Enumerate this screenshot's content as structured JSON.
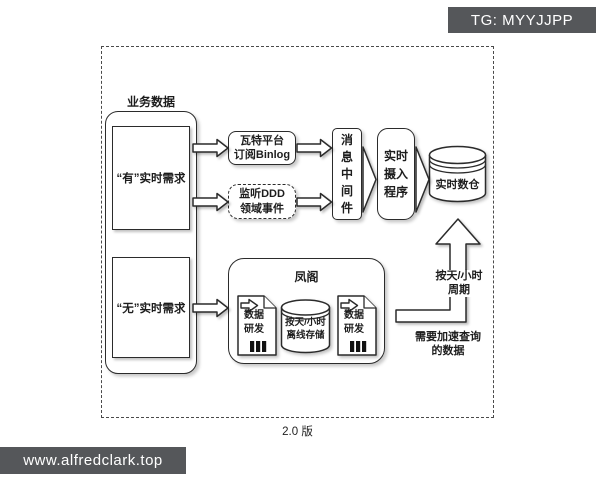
{
  "colors": {
    "badge_bg": "#55575a",
    "stroke": "#2b2b2b",
    "background": "#ffffff"
  },
  "icons": {
    "flow_arrow": "block-arrow-right",
    "chevron_arrow": "hollow-triangle-right",
    "elbow_up_arrow": "block-arrow-up-elbow",
    "database": "cylinder",
    "document": "page-with-folded-corner-arrow-and-bars"
  },
  "badges": {
    "tg": "TG: MYYJJPP",
    "site": "www.alfredclark.top"
  },
  "version": "2.0 版",
  "diagram": {
    "business_label": "业务数据",
    "have_box": "“有”实时需求",
    "none_box": "“无”实时需求",
    "watt_box": "瓦特平台\n订阅Binlog",
    "ddd_box": "监听DDD\n领域事件",
    "mq_box": "消\n息\n中\n间\n件",
    "ingest_box": "实时\n摄入\n程序",
    "rt_dw": "实时数仓",
    "fengge": {
      "title": "凤阁",
      "doc_left": "数据\n研发",
      "offline_storage": "按天/小时\n离线存储",
      "doc_right": "数据\n研发"
    },
    "cycle_label": "按天/小时\n周期",
    "accel_label": "需要加速查询\n的数据"
  }
}
